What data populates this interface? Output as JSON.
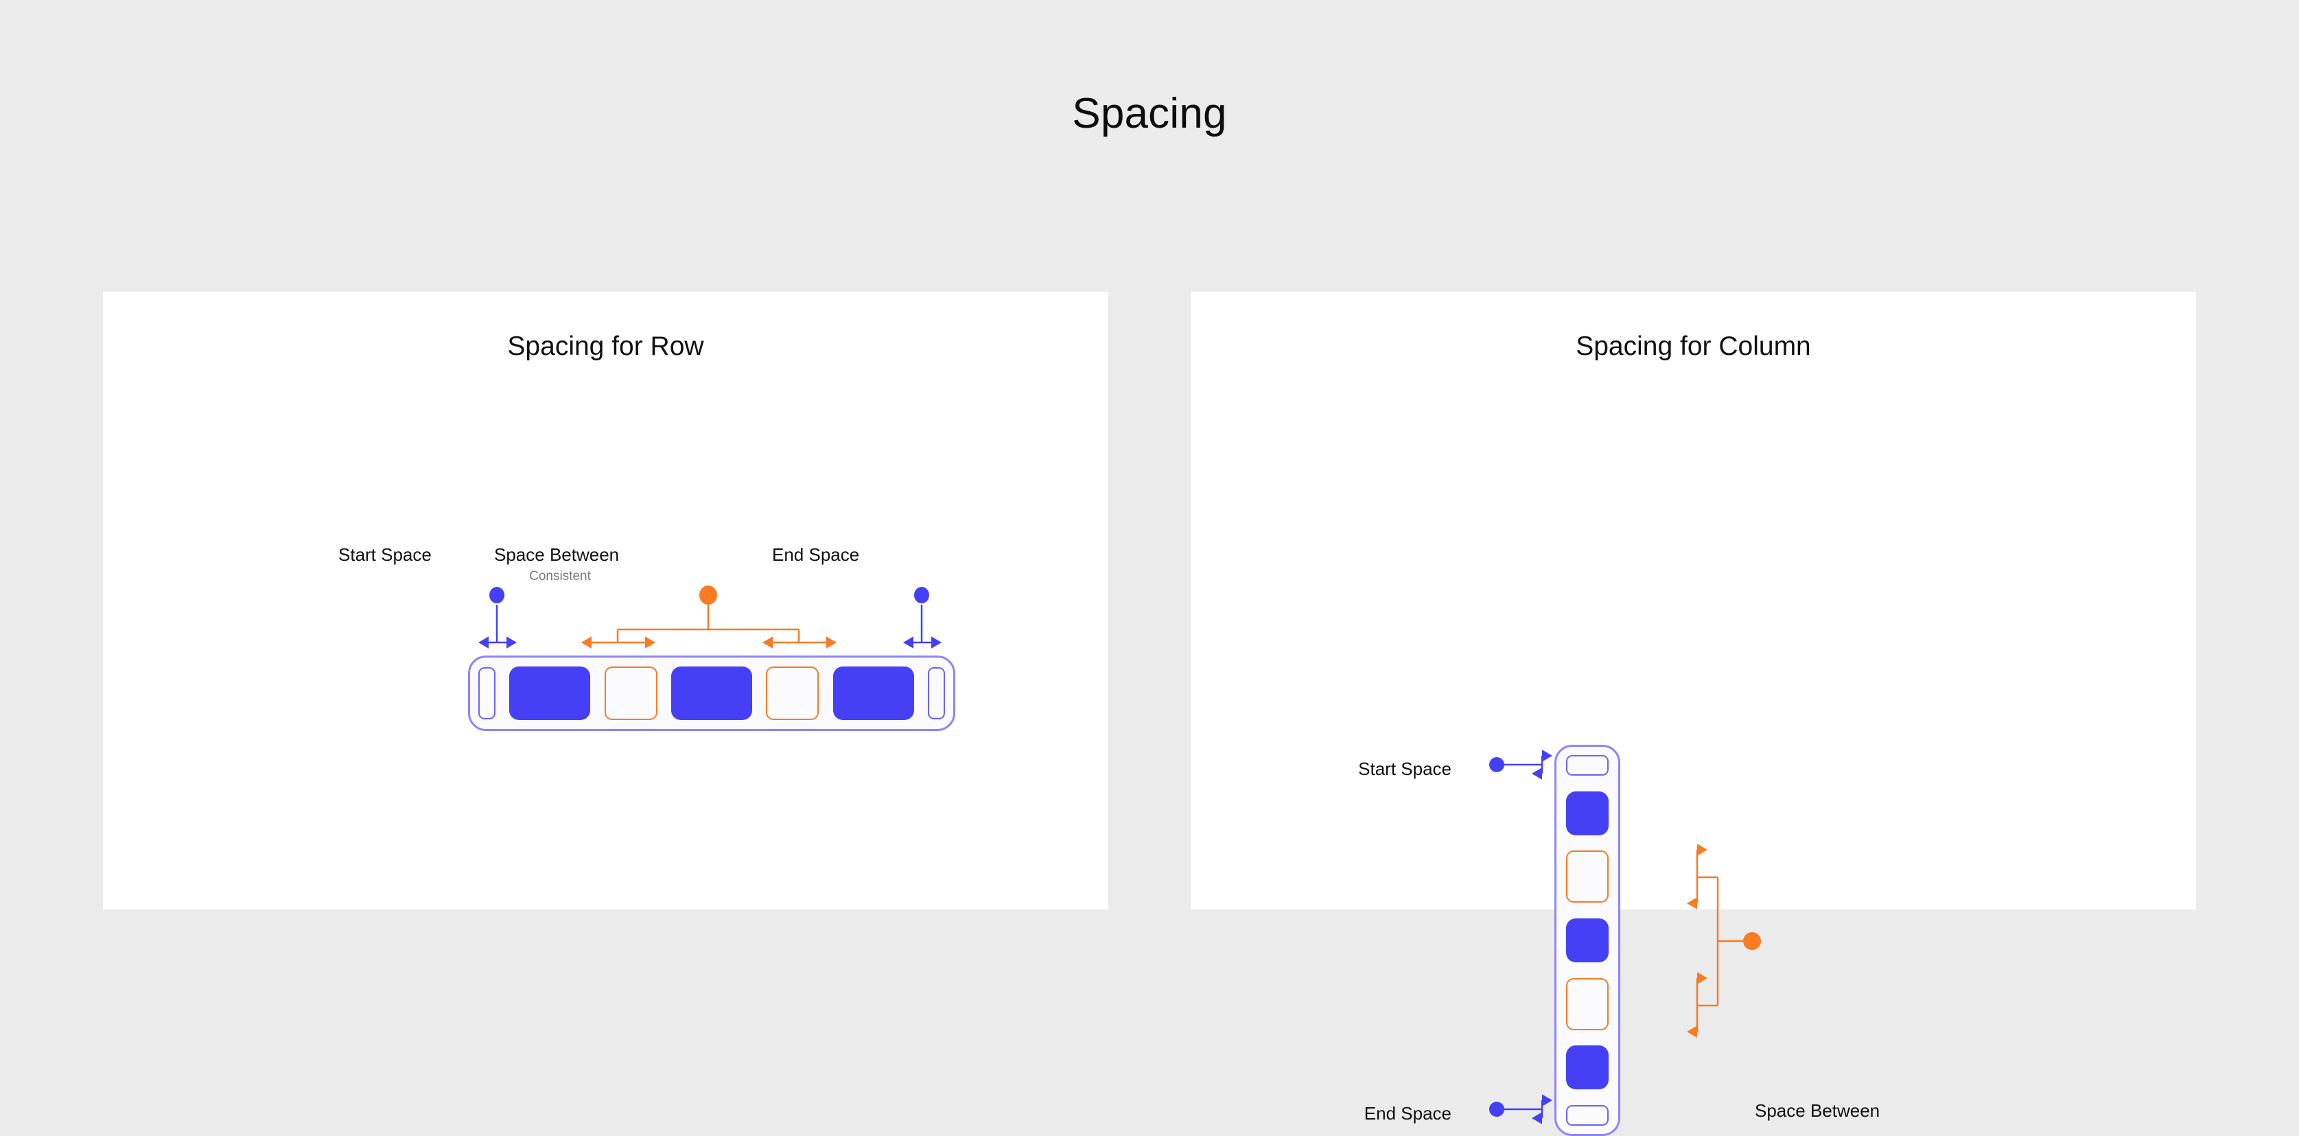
{
  "page": {
    "title": "Spacing",
    "background_color": "#ebebeb"
  },
  "colors": {
    "blue": "#4540f5",
    "blue_outline": "#6a63f7",
    "blue_container": "#8d85fb",
    "orange": "#f97b22",
    "card_background": "#ffffff",
    "text": "#111111",
    "muted_text": "#7b7b7b"
  },
  "cards": [
    {
      "id": "row",
      "title": "Spacing for Row",
      "labels": {
        "start": "Start Space",
        "between": "Space Between",
        "between_sub": "Consistent",
        "end": "End Space"
      },
      "markers": [
        {
          "name": "start-space-marker",
          "color": "#4540f5"
        },
        {
          "name": "space-between-marker",
          "color": "#f97b22"
        },
        {
          "name": "end-space-marker",
          "color": "#4540f5"
        }
      ],
      "track": [
        {
          "kind": "gap-edge",
          "role": "start-space"
        },
        {
          "kind": "item",
          "role": "item-1"
        },
        {
          "kind": "gap-mid",
          "role": "space-between-1"
        },
        {
          "kind": "item",
          "role": "item-2"
        },
        {
          "kind": "gap-mid",
          "role": "space-between-2"
        },
        {
          "kind": "item",
          "role": "item-3"
        },
        {
          "kind": "gap-edge",
          "role": "end-space"
        }
      ]
    },
    {
      "id": "column",
      "title": "Spacing for Column",
      "labels": {
        "start": "Start Space",
        "between": "Space Between",
        "end": "End Space"
      },
      "markers": [
        {
          "name": "start-space-marker",
          "color": "#4540f5"
        },
        {
          "name": "space-between-marker",
          "color": "#f97b22"
        },
        {
          "name": "end-space-marker",
          "color": "#4540f5"
        }
      ],
      "track": [
        {
          "kind": "gap-edge",
          "role": "start-space"
        },
        {
          "kind": "item",
          "role": "item-1"
        },
        {
          "kind": "gap-mid",
          "role": "space-between-1"
        },
        {
          "kind": "item",
          "role": "item-2"
        },
        {
          "kind": "gap-mid",
          "role": "space-between-2"
        },
        {
          "kind": "item",
          "role": "item-3"
        },
        {
          "kind": "gap-edge",
          "role": "end-space"
        }
      ]
    }
  ]
}
